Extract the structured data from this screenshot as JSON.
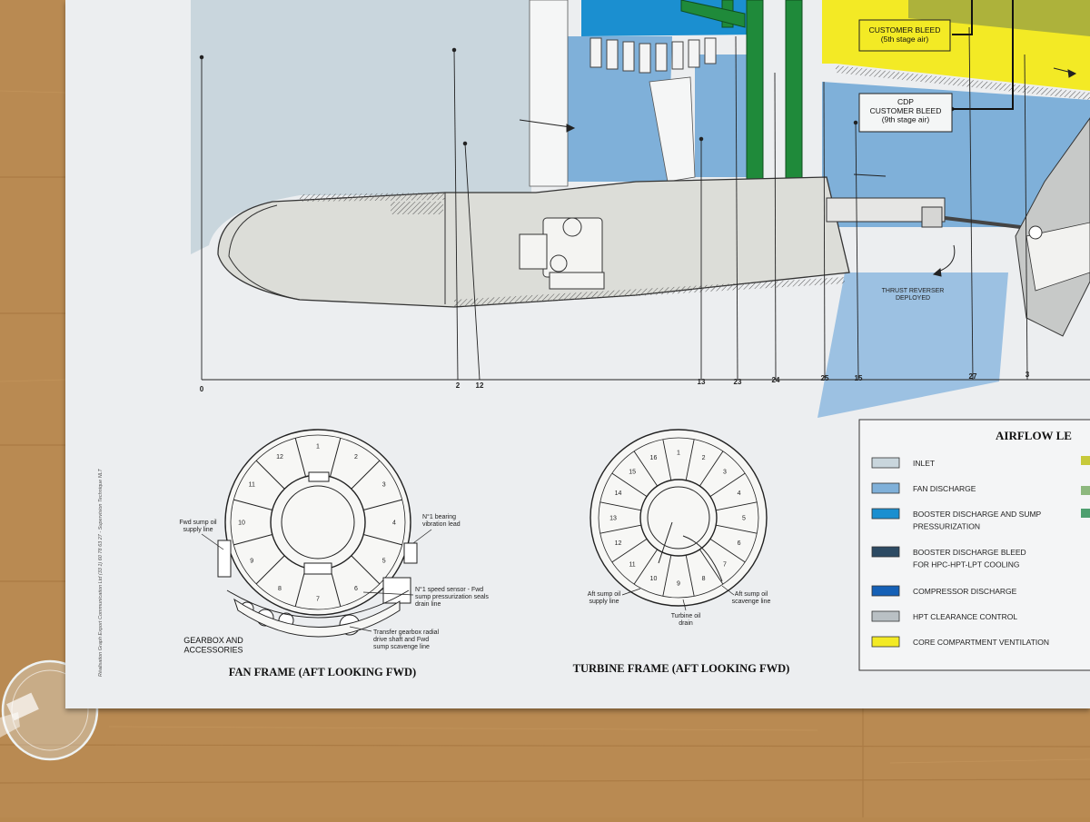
{
  "colors": {
    "inlet": "#c9d6dd",
    "fan_discharge": "#7fb0d9",
    "booster_discharge": "#1b8fd0",
    "booster_bleed": "#2c4a63",
    "compressor_discharge": "#1560b6",
    "hpt_clearance": "#b9c0c4",
    "core_ventilation": "#f3ea25",
    "oil_system": "#1f8a3a"
  },
  "main_view": {
    "customer_bleed": "CUSTOMER BLEED\n(5th stage air)",
    "cdp_customer_bleed": "CDP\nCUSTOMER BLEED\n(9th stage air)",
    "thrust_reverser": "THRUST REVERSER\nDEPLOYED",
    "stations": [
      "0",
      "2",
      "12",
      "13",
      "23",
      "24",
      "25",
      "15",
      "27",
      "3"
    ]
  },
  "fan_frame": {
    "title": "FAN FRAME (AFT LOOKING FWD)",
    "strut_numbers": [
      "1",
      "2",
      "3",
      "4",
      "5",
      "6",
      "7",
      "8",
      "9",
      "10",
      "11",
      "12"
    ],
    "callouts": {
      "fwd_sump_oil": "Fwd sump oil\nsupply line",
      "bearing_vibration": "N°1 bearing\nvibration lead",
      "speed_sensor": "N°1 speed sensor - Fwd\nsump pressurization seals\ndrain line",
      "transfer_gearbox": "Transfer gearbox radial\ndrive shaft and Fwd\nsump scavenge line",
      "gearbox": "GEARBOX AND\nACCESSORIES"
    }
  },
  "turbine_frame": {
    "title": "TURBINE FRAME (AFT LOOKING FWD)",
    "strut_numbers": [
      "1",
      "2",
      "3",
      "4",
      "5",
      "6",
      "7",
      "8",
      "9",
      "10",
      "11",
      "12",
      "13",
      "14",
      "15",
      "16"
    ],
    "callouts": {
      "aft_sump_supply": "Aft sump oil\nsupply line",
      "turbine_oil_drain": "Turbine oil\ndrain",
      "aft_sump_scavenge": "Aft sump oil\nscavenge line"
    }
  },
  "legend": {
    "title": "AIRFLOW LE",
    "items": [
      {
        "label": "INLET",
        "color": "#c9d6dd"
      },
      {
        "label": "FAN DISCHARGE",
        "color": "#7fb0d9"
      },
      {
        "label": "BOOSTER DISCHARGE AND SUMP\nPRESSURIZATION",
        "color": "#1b8fd0"
      },
      {
        "label": "BOOSTER DISCHARGE BLEED\nFOR HPC-HPT-LPT COOLING",
        "color": "#2c4a63"
      },
      {
        "label": "COMPRESSOR DISCHARGE",
        "color": "#1560b6"
      },
      {
        "label": "HPT CLEARANCE CONTROL",
        "color": "#b9c0c4"
      },
      {
        "label": "CORE COMPARTMENT VENTILATION",
        "color": "#f3ea25"
      }
    ]
  },
  "margin_credit": "Réalisation Graph Export Communication Ltd (33 1) 60 78 63 27 - Supervision Technique NLT"
}
